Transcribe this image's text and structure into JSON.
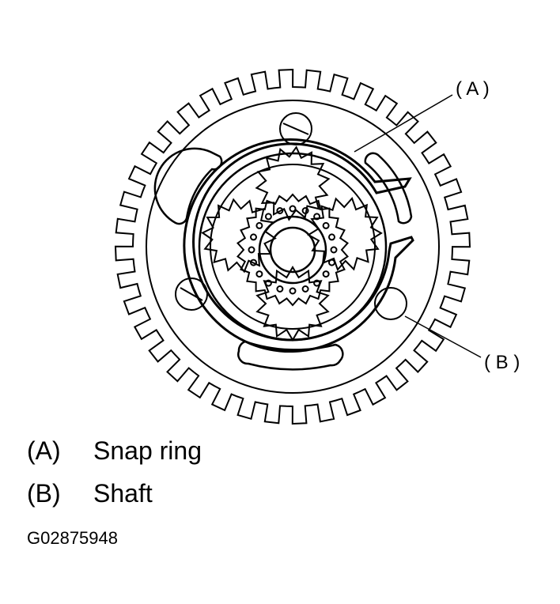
{
  "callouts": {
    "a": "( A )",
    "b": "( B )"
  },
  "legend": [
    {
      "key": "(A)",
      "text": "Snap ring"
    },
    {
      "key": "(B)",
      "text": "Shaft"
    }
  ],
  "figure_code": "G02875948"
}
